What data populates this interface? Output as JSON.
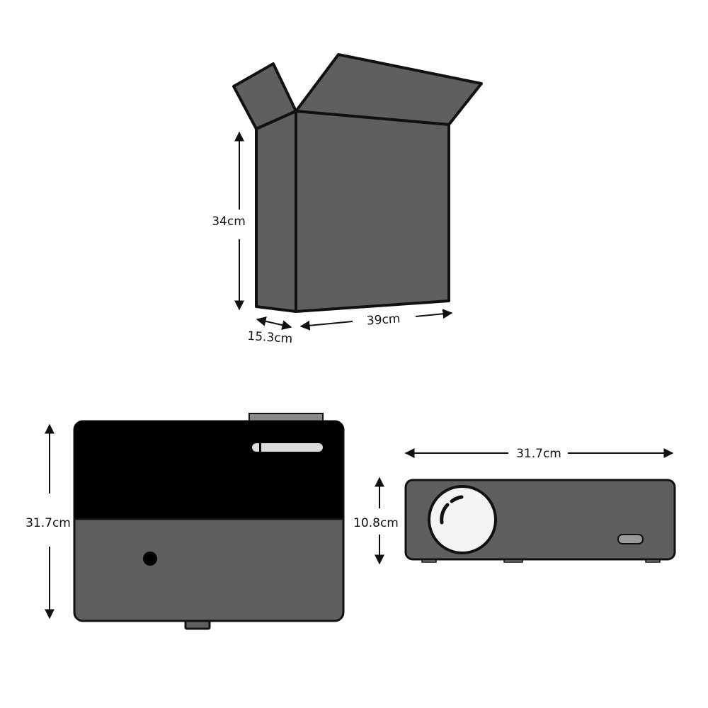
{
  "colors": {
    "box_fill": "#5f5f5f",
    "outline": "#111111",
    "projector_top_dark": "#000000",
    "projector_body": "#5f5f5f",
    "lens": "#f4f4f4",
    "accent_light": "#dcdcdc",
    "vent_gray": "#8a8a8a",
    "background": "#ffffff"
  },
  "packaging": {
    "height_label": "34cm",
    "width_label": "39cm",
    "depth_label": "15.3cm"
  },
  "projector_top_view": {
    "depth_label": "31.7cm"
  },
  "projector_front_view": {
    "width_label": "31.7cm",
    "height_label": "10.8cm"
  }
}
